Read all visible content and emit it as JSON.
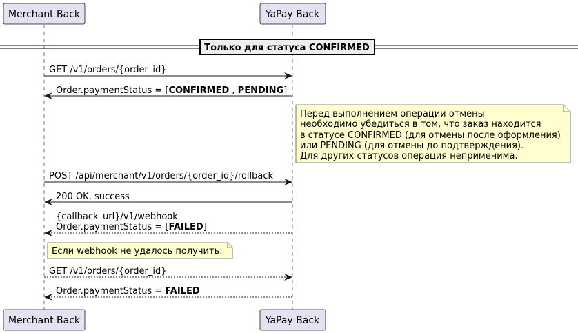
{
  "participants": {
    "merchant": "Merchant Back",
    "yapay": "YaPay Back"
  },
  "divider": "Только для статуса CONFIRMED",
  "messages": {
    "m1": "GET /v1/orders/{order_id}",
    "m2_prefix": "Order.paymentStatus = [",
    "m2_bold1": "CONFIRMED",
    "m2_sep": " , ",
    "m2_bold2": "PENDING",
    "m2_suffix": "]",
    "m3": "POST /api/merchant/v1/orders/{order_id}/rollback",
    "m4": "200 OK, success",
    "m5_line1": "{callback_url}/v1/webhook",
    "m5_line2_prefix": "Order.paymentStatus = [",
    "m5_line2_bold": "FAILED",
    "m5_line2_suffix": "]",
    "m6": "GET /v1/orders/{order_id}",
    "m7_prefix": "Order.paymentStatus = ",
    "m7_bold": "FAILED"
  },
  "notes": {
    "cancel_note": [
      "Перед выполнением операции отмены",
      "необходимо убедиться в том, что заказ находится",
      "в статусе CONFIRMED (для отмены после оформления)",
      "или PENDING (для отмены до подтверждения).",
      "Для других статусов операция неприменима."
    ],
    "webhook_note": "Если webhook не удалось получить:"
  },
  "colors": {
    "participant_fill": "#e2e2f0",
    "note_fill": "#fefece",
    "divider_fill": "#eeeeee",
    "line": "#181818"
  }
}
